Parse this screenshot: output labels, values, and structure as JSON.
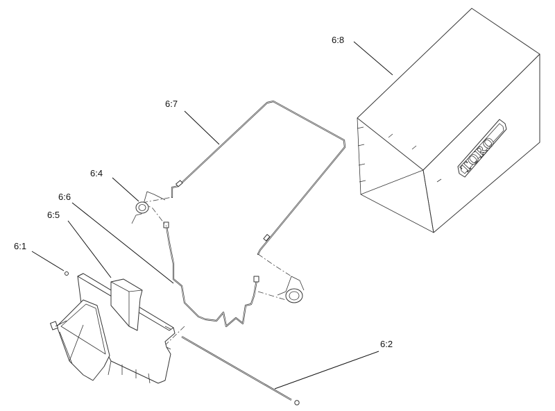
{
  "diagram": {
    "labels": {
      "p6_1": "6:1",
      "p6_2": "6:2",
      "p6_4": "6:4",
      "p6_5": "6:5",
      "p6_6": "6:6",
      "p6_7": "6:7",
      "p6_8": "6:8"
    },
    "logo": "TORO"
  }
}
